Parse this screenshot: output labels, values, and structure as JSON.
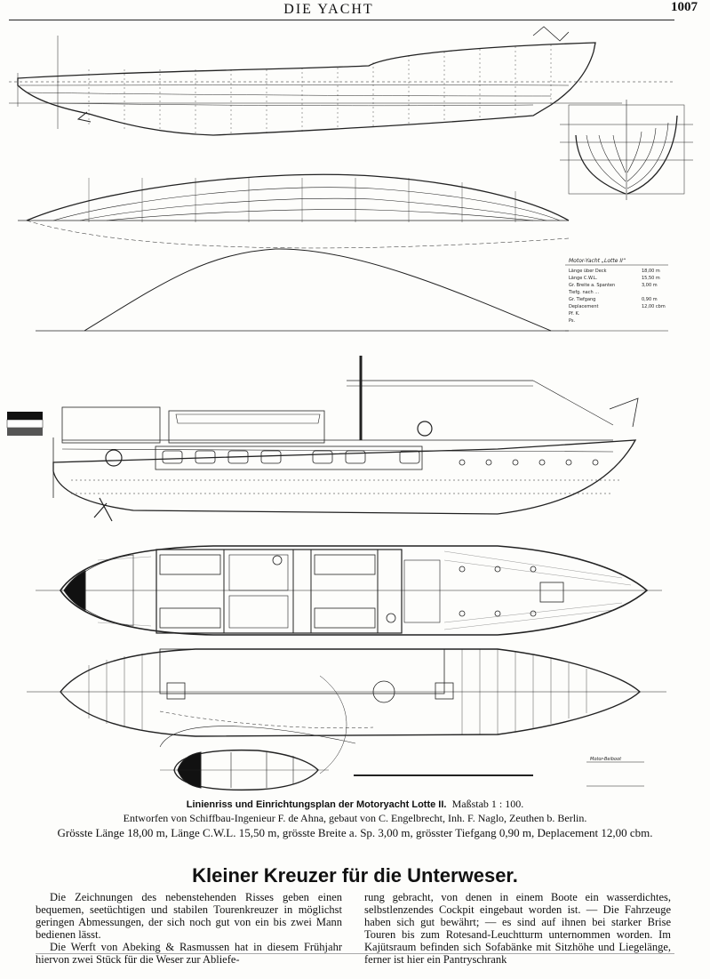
{
  "header": {
    "title": "DIE YACHT",
    "page_number": "1007"
  },
  "figure": {
    "legend_title": "Motor-Yacht „Lotte II“",
    "legend_rows": [
      "Länge über Deck",
      "Länge C.W.L.",
      "Gr. Breite a. Spanten",
      "Tiefg. nach …",
      "Gr. Tiefgang",
      "Deplacement",
      "Pf. K.",
      "Ps."
    ],
    "legend_values": [
      "18,00 m",
      "15,50 m",
      "3,00 m",
      "",
      "0,90 m",
      "12,00 cbm",
      "",
      ""
    ],
    "small_legend_title": "Motor-Beiboot"
  },
  "caption": {
    "title": "Linienriss und Einrichtungsplan der Motoryacht Lotte II.",
    "scale": "Maßstab 1 : 100.",
    "credit": "Entworfen von Schiffbau-Ingenieur F. de Ahna, gebaut von C. Engelbrecht, Inh. F. Naglo, Zeuthen b. Berlin.",
    "dimensions": "Grösste Länge 18,00 m, Länge C.W.L. 15,50 m, grösste Breite a. Sp. 3,00 m, grösster Tiefgang 0,90 m, Deplacement 12,00 cbm."
  },
  "article": {
    "heading": "Kleiner Kreuzer für die Unterweser.",
    "left_p1": "Die Zeichnungen des nebenstehenden Risses geben einen bequemen, seetüchtigen und stabilen Tourenkreuzer in möglichst geringen Abmessungen, der sich noch gut von ein bis zwei Mann bedienen lässt.",
    "left_p2": "Die Werft von Abeking & Rasmussen hat in diesem Frühjahr hiervon zwei Stück für die Weser zur Abliefe-",
    "right_p1": "rung gebracht, von denen in einem Boote ein wasserdichtes, selbstlenzendes Cockpit eingebaut worden ist. — Die Fahrzeuge haben sich gut bewährt; — es sind auf ihnen bei starker Brise Touren bis zum Rotesand-Leuchtturm unternommen worden. Im Kajütsraum befinden sich Sofabänke mit Sitzhöhe und Liegelänge, ferner ist hier ein Pantryschrank"
  }
}
